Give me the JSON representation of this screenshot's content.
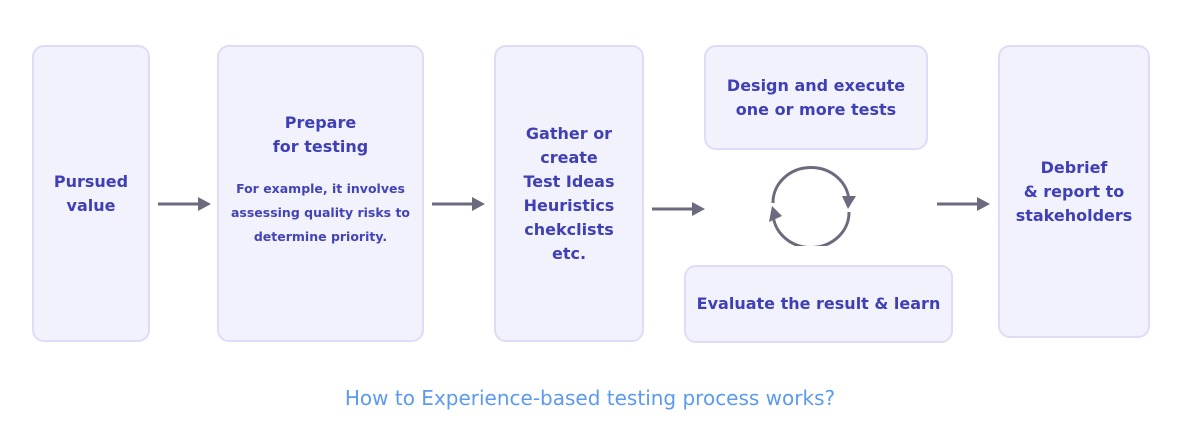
{
  "diagram": {
    "steps": [
      {
        "id": "pursued-value",
        "lines": [
          "Pursued",
          "value"
        ]
      },
      {
        "id": "prepare",
        "lines": [
          "Prepare",
          "for testing"
        ],
        "detail": [
          "For example, it involves",
          "assessing quality risks to",
          "determine priority."
        ]
      },
      {
        "id": "gather",
        "lines": [
          "Gather or",
          "create",
          "Test Ideas",
          "Heuristics",
          "chekclists",
          "etc."
        ]
      },
      {
        "id": "design",
        "lines": [
          "Design and execute",
          "one or more tests"
        ]
      },
      {
        "id": "evaluate",
        "lines": [
          "Evaluate the result & learn"
        ]
      },
      {
        "id": "debrief",
        "lines": [
          "Debrief",
          "& report to",
          "stakeholders"
        ]
      }
    ],
    "cycle_icon": "cycle-arrows-icon",
    "arrow_icon": "right-arrow-icon",
    "colors": {
      "box_fill": "#f2f2fd",
      "box_border": "#dedcf7",
      "text": "#3f40b5",
      "arrow": "#6b6a7e",
      "caption": "#5c9aef"
    }
  },
  "caption": "How to Experience-based testing process works?"
}
